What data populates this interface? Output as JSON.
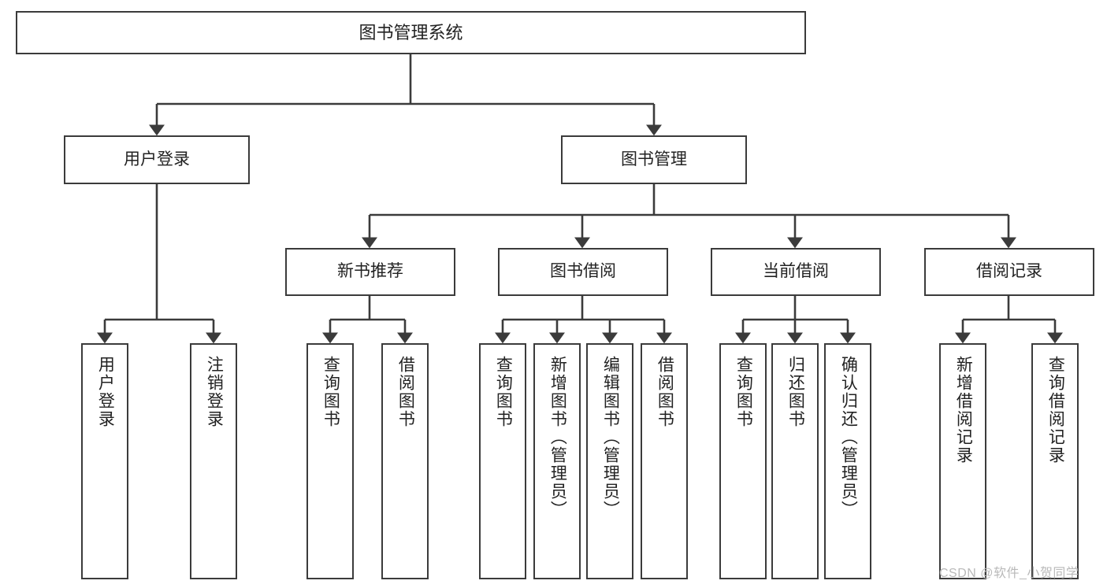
{
  "diagram": {
    "title": "图书管理系统",
    "type": "tree-hierarchy",
    "root": {
      "label": "图书管理系统"
    },
    "level2": [
      {
        "label": "用户登录"
      },
      {
        "label": "图书管理"
      }
    ],
    "level3": [
      {
        "label": "新书推荐"
      },
      {
        "label": "图书借阅"
      },
      {
        "label": "当前借阅"
      },
      {
        "label": "借阅记录"
      }
    ],
    "leaves": {
      "user_login": [
        {
          "label": "用户登录"
        },
        {
          "label": "注销登录"
        }
      ],
      "new_book_recommend": [
        {
          "label": "查询图书"
        },
        {
          "label": "借阅图书"
        }
      ],
      "book_borrow": [
        {
          "label": "查询图书"
        },
        {
          "label": "新增图书（管理员）"
        },
        {
          "label": "编辑图书（管理员）"
        },
        {
          "label": "借阅图书"
        }
      ],
      "current_borrow": [
        {
          "label": "查询图书"
        },
        {
          "label": "归还图书"
        },
        {
          "label": "确认归还（管理员）"
        }
      ],
      "borrow_record": [
        {
          "label": "新增借阅记录"
        },
        {
          "label": "查询借阅记录"
        }
      ]
    }
  },
  "watermark": {
    "text": "CSDN @软件_小贺同学"
  },
  "colors": {
    "border": "#3b3b3b",
    "text": "#222222",
    "background": "#ffffff",
    "watermark": "#b9b9b9"
  }
}
